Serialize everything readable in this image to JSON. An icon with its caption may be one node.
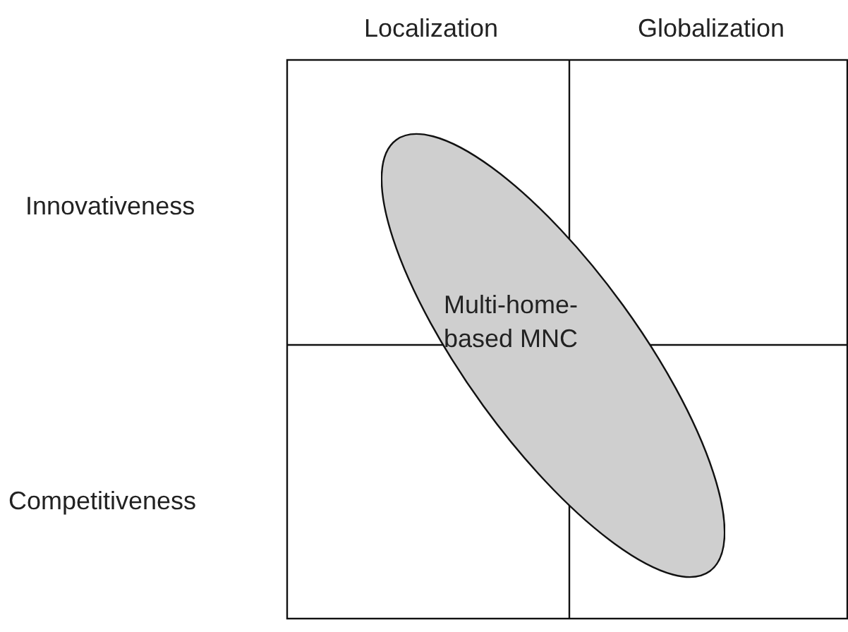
{
  "diagram": {
    "nodes": [
      {
        "text": [
          "Multi-home-based MNC"
        ]
      }
    ],
    "labels": [
      "Localization",
      "Globalization",
      "Innovativeness",
      "Competitiveness"
    ]
  }
}
